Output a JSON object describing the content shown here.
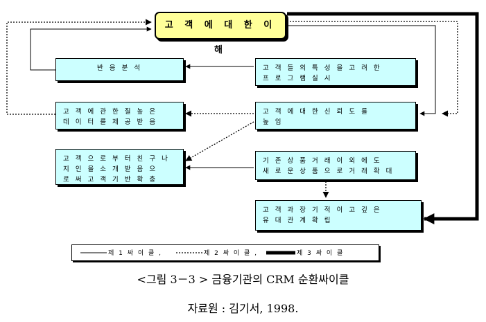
{
  "diagram": {
    "title": "고 객 에 대 한 이 해",
    "nodes": {
      "response_analysis": [
        "반 응 분 석"
      ],
      "program": [
        "고 객 들 의 특 성 을 고 려 한",
        "프 로 그 램 실 시"
      ],
      "quality_data": [
        "고 객 에 관 한 질 높 은",
        "데 이 터 를 제 공 받 음"
      ],
      "trust": [
        "고 객 에 대 한 신 뢰 도 를",
        "높 임"
      ],
      "referral": [
        "고 객 으 로 부 터 친 구 나",
        "지 인 을 소 개 받 음 으",
        "로 써 고 객 기 반 확 충"
      ],
      "cross_sell": [
        "기 존 상 품 거 래 이 외 에 도",
        "새 로 운 상 품 으 로 거 래 확 대"
      ],
      "long_term": [
        "고 객 과 장 기 적 이 고 깊 은",
        "유 대 관 계 확 립"
      ]
    },
    "legend": {
      "cycle1": "제 1 싸 이 클 ,",
      "cycle2": "제 2 싸 이 클 ,",
      "cycle3": "제 3 싸 이 클"
    }
  },
  "caption": "<그림 3－3 >  금융기관의 CRM 순환싸이클",
  "source": "자료원 : 김기서, 1998.",
  "colors": {
    "box_fill": "#ccffff",
    "title_fill": "#ffff99",
    "line": "#000000"
  }
}
